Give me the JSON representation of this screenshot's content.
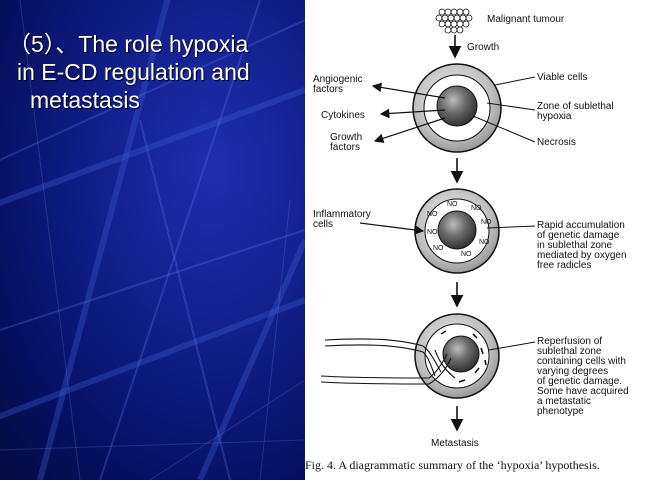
{
  "slide": {
    "title_lines": [
      "（5）、The role hypoxia",
      "in E-CD regulation and",
      "metastasis"
    ]
  },
  "figure": {
    "top_label": "Malignant tumour",
    "growth_label": "Growth",
    "stage1": {
      "left_labels": [
        "Angiogenic",
        "factors",
        "Cytokines",
        "Growth",
        "factors"
      ],
      "right_labels": [
        "Viable cells",
        "Zone of sublethal",
        "hypoxia",
        "Necrosis"
      ]
    },
    "stage2": {
      "left_labels": [
        "Inflammatory",
        "cells"
      ],
      "right_labels": [
        "Rapid accumulation",
        "of genetic damage",
        "in sublethal zone",
        "mediated by oxygen",
        "free radicles"
      ],
      "no_label": "NO"
    },
    "stage3": {
      "right_labels": [
        "Reperfusion  of",
        "sublethal zone",
        "containing cells with",
        "varying degrees",
        "of genetic damage.",
        "Some have acquired",
        "a metastatic",
        "phenotype"
      ]
    },
    "bottom_label": "Metastasis",
    "caption": "Fig. 4.  A diagrammatic summary of the ‘hypoxia’ hypothesis."
  }
}
